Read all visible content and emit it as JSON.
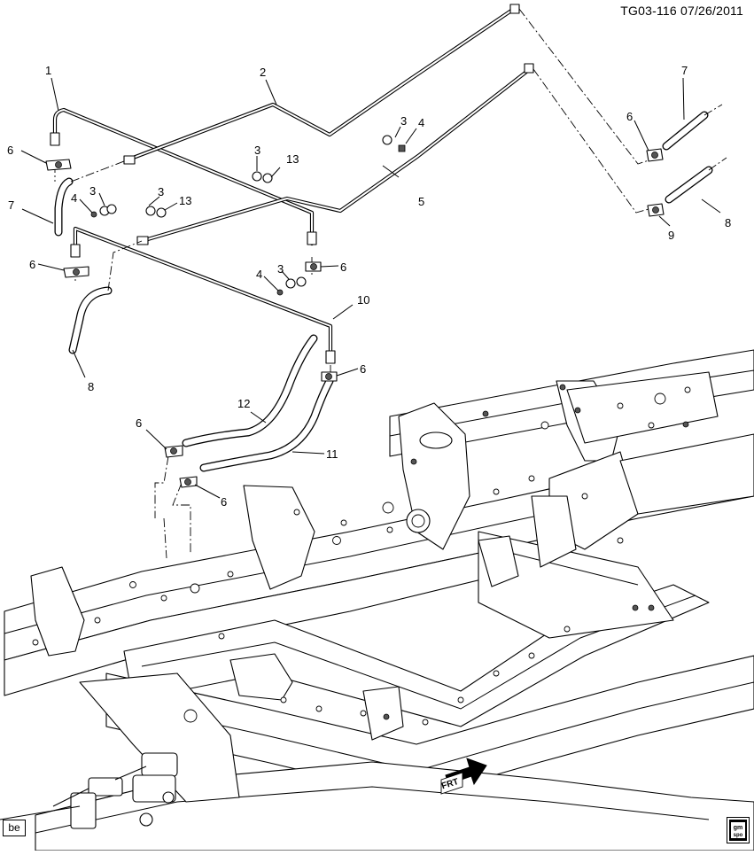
{
  "header": {
    "reference_code": "TG03-116  07/26/2011"
  },
  "callouts": [
    {
      "id": "c1",
      "text": "1"
    },
    {
      "id": "c2",
      "text": "2"
    },
    {
      "id": "c3a",
      "text": "3"
    },
    {
      "id": "c4a",
      "text": "4"
    },
    {
      "id": "c5",
      "text": "5"
    },
    {
      "id": "c7a",
      "text": "7"
    },
    {
      "id": "c6a",
      "text": "6"
    },
    {
      "id": "c6b",
      "text": "6"
    },
    {
      "id": "c8a",
      "text": "8"
    },
    {
      "id": "c9",
      "text": "9"
    },
    {
      "id": "c3b",
      "text": "3"
    },
    {
      "id": "c13a",
      "text": "13"
    },
    {
      "id": "c7b",
      "text": "7"
    },
    {
      "id": "c4b",
      "text": "4"
    },
    {
      "id": "c3c",
      "text": "3"
    },
    {
      "id": "c3d",
      "text": "3"
    },
    {
      "id": "c13b",
      "text": "13"
    },
    {
      "id": "c6c",
      "text": "6"
    },
    {
      "id": "c6d",
      "text": "6"
    },
    {
      "id": "c4c",
      "text": "4"
    },
    {
      "id": "c3e",
      "text": "3"
    },
    {
      "id": "c10",
      "text": "10"
    },
    {
      "id": "c8b",
      "text": "8"
    },
    {
      "id": "c6e",
      "text": "6"
    },
    {
      "id": "c12",
      "text": "12"
    },
    {
      "id": "c6f",
      "text": "6"
    },
    {
      "id": "c11",
      "text": "11"
    },
    {
      "id": "c6g",
      "text": "6"
    }
  ],
  "front_arrow": {
    "text": "FRT"
  },
  "language_badge": {
    "text": "be"
  },
  "logo": {
    "line1": "gm",
    "line2": "spo"
  },
  "icons": [
    "front-direction-arrow-icon",
    "gm-spo-logo-icon"
  ]
}
